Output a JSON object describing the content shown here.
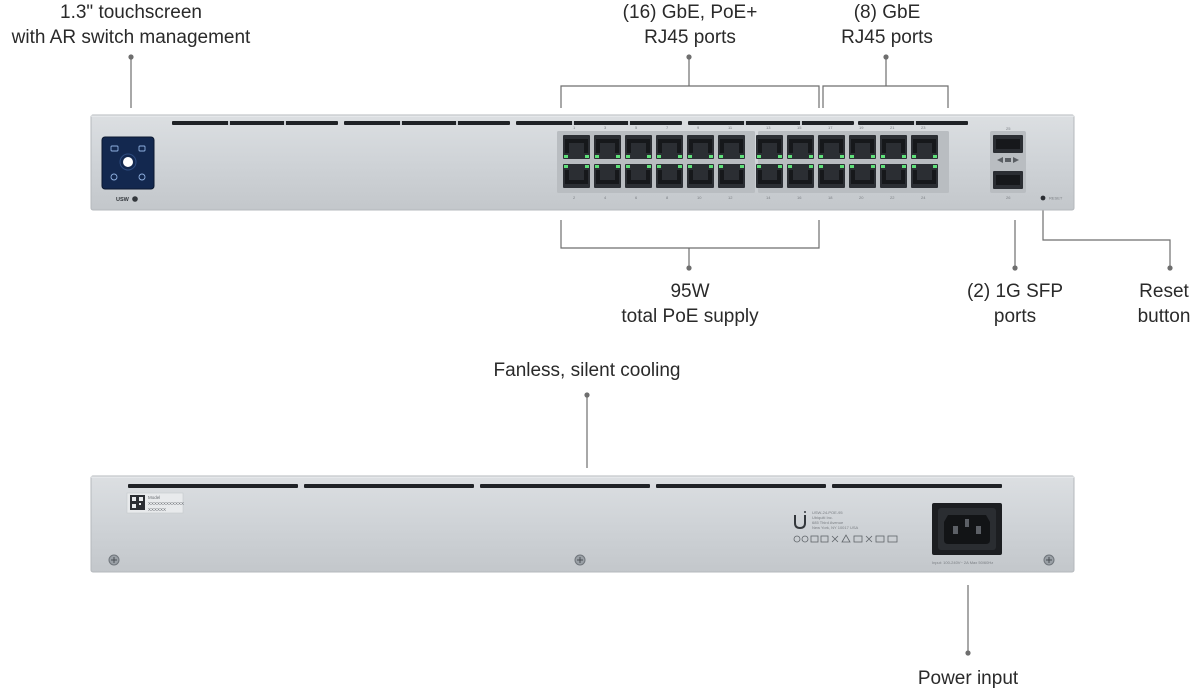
{
  "callouts": {
    "touchscreen": [
      "1.3\" touchscreen",
      "with AR switch management"
    ],
    "poe_ports": [
      "(16) GbE, PoE+",
      "RJ45 ports"
    ],
    "gbe_ports": [
      "(8) GbE",
      "RJ45 ports"
    ],
    "poe_supply": [
      "95W",
      "total PoE supply"
    ],
    "sfp_ports": [
      "(2) 1G SFP",
      "ports"
    ],
    "reset": [
      "Reset",
      "button"
    ],
    "cooling": "Fanless, silent cooling",
    "power": "Power input"
  },
  "front_panel": {
    "model_badge": "USW",
    "top_port_labels": [
      "1",
      "3",
      "5",
      "7",
      "9",
      "11",
      "13",
      "15",
      "17",
      "19",
      "21",
      "23"
    ],
    "bottom_port_labels": [
      "2",
      "4",
      "6",
      "8",
      "10",
      "12",
      "14",
      "16",
      "18",
      "20",
      "22",
      "24"
    ],
    "sfp_top_label": "25",
    "sfp_bottom_label": "26",
    "reset_label": "RESET"
  },
  "rear_panel": {
    "sticker_text": [
      "Model",
      "XXXXXXXXXXXX",
      "XXXXXX"
    ],
    "reg_text": [
      "USW-24-POE-95",
      "Ubiquiti Inc.",
      "685 Third Avenue",
      "New York, NY 10017 USA"
    ],
    "power_rating": "Input: 100-240V~ 2A Max 50/60Hz"
  },
  "colors": {
    "chassis": "#cfd3d7",
    "chassis_edge": "#b9bdc1",
    "vent": "#1f2226",
    "port": "#2b2e33",
    "led": "#5fe07a",
    "screen": "#13284f",
    "callout_line": "#6e6e6e"
  }
}
